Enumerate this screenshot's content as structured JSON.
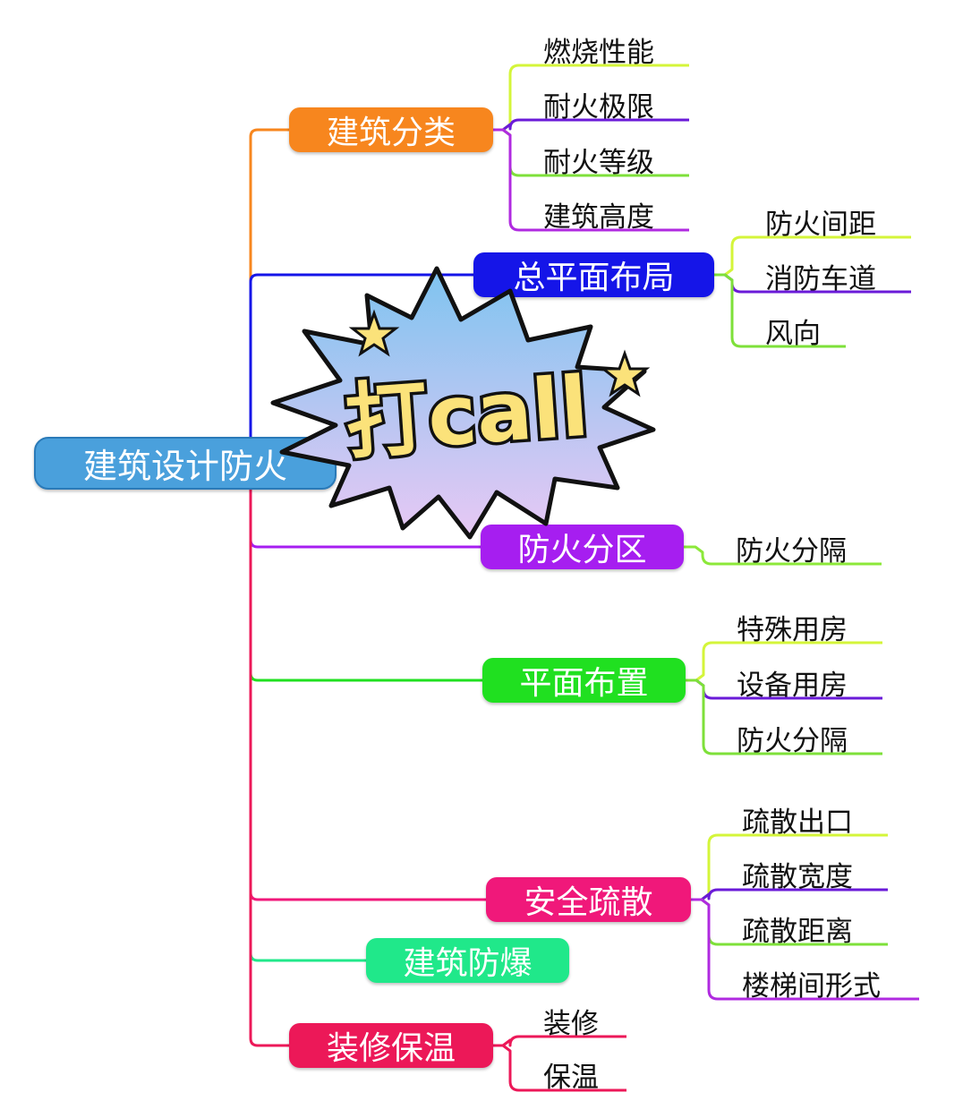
{
  "root": {
    "label": "建筑设计防火",
    "color": "#4aa0dc"
  },
  "sticker": {
    "text": "打call",
    "fill_top": "#7ec4f0",
    "fill_bottom": "#e8c8f4",
    "text_color": "#fbe27a"
  },
  "branches": [
    {
      "label": "建筑分类",
      "color": "#f7861e",
      "leaves": [
        {
          "label": "燃烧性能",
          "color": "#d4f53a"
        },
        {
          "label": "耐火极限",
          "color": "#6a1ad8"
        },
        {
          "label": "耐火等级",
          "color": "#7ee03a"
        },
        {
          "label": "建筑高度",
          "color": "#b02ae0"
        }
      ]
    },
    {
      "label": "总平面布局",
      "color": "#1515e8",
      "leaves": [
        {
          "label": "防火间距",
          "color": "#d4f53a"
        },
        {
          "label": "消防车道",
          "color": "#6a1ad8"
        },
        {
          "label": "风向",
          "color": "#7ee03a"
        }
      ]
    },
    {
      "label": "防火分区",
      "color": "#a61ef0",
      "leaves": [
        {
          "label": "防火分隔",
          "color": "#8ce83a"
        }
      ]
    },
    {
      "label": "平面布置",
      "color": "#20e020",
      "leaves": [
        {
          "label": "特殊用房",
          "color": "#d4f53a"
        },
        {
          "label": "设备用房",
          "color": "#6a1ad8"
        },
        {
          "label": "防火分隔",
          "color": "#7ee03a"
        }
      ]
    },
    {
      "label": "安全疏散",
      "color": "#f0187a",
      "leaves": [
        {
          "label": "疏散出口",
          "color": "#d4f53a"
        },
        {
          "label": "疏散宽度",
          "color": "#6a1ad8"
        },
        {
          "label": "疏散距离",
          "color": "#7ee03a"
        },
        {
          "label": "楼梯间形式",
          "color": "#b02ae0"
        }
      ]
    },
    {
      "label": "建筑防爆",
      "color": "#20e88a",
      "leaves": []
    },
    {
      "label": "装修保温",
      "color": "#ec1858",
      "leaves": [
        {
          "label": "装修",
          "color": "#ec1858"
        },
        {
          "label": "保温",
          "color": "#ec1858"
        }
      ]
    }
  ]
}
